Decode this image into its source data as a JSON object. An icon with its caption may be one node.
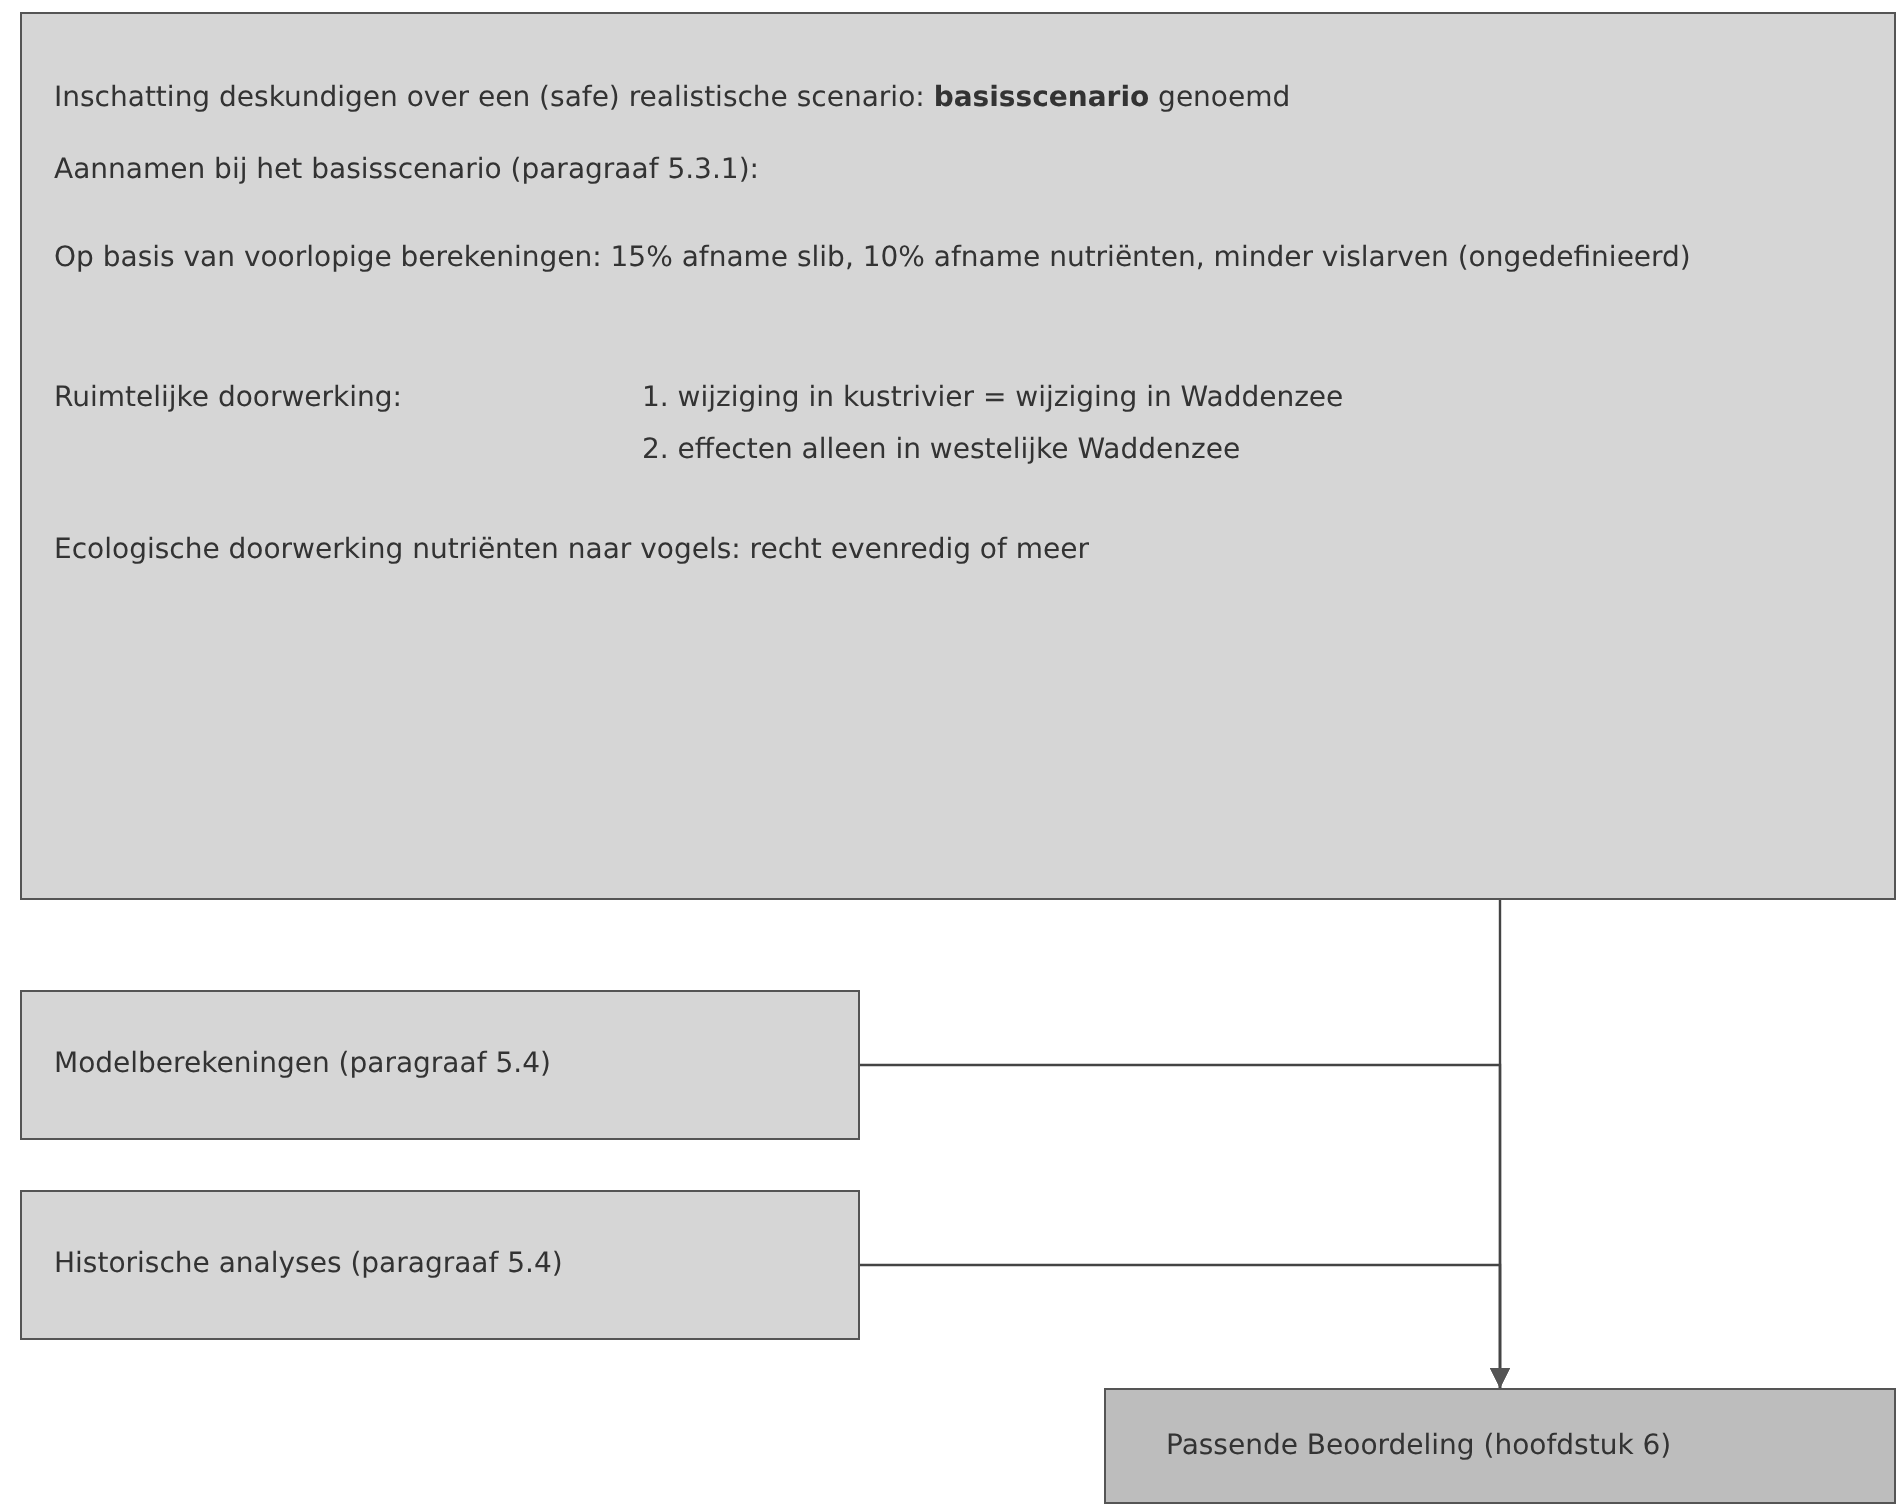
{
  "diagram": {
    "nodes": [
      {
        "text": [
          "Inschatting deskundigen over een (safe) realistische scenario: **basisscenario** genoemd",
          "Aannamen bij het basisscenario (paragraaf 5.3.1):",
          "Op basis van voorlopige berekeningen: 15% afname slib, 10% afname nutriënten, minder vislarven (ongedefinieerd)",
          "Ruimtelijke doorwerking:",
          "1. wijziging in kustrivier = wijziging in Waddenzee",
          "2. effecten alleen in westelijke Waddenzee",
          "Ecologische doorwerking nutriënten naar vogels: recht evenredig of meer"
        ]
      },
      {
        "text": [
          "Modelberekeningen (paragraaf 5.4)"
        ]
      },
      {
        "text": [
          "Historische analyses (paragraaf 5.4)"
        ]
      },
      {
        "text": [
          "Passende Beoordeling (hoofdstuk 6)"
        ]
      }
    ],
    "edges": [
      {
        "from": 0,
        "to": 3,
        "arrow": "to"
      },
      {
        "from": 1,
        "to": 3,
        "arrow": "to"
      },
      {
        "from": 2,
        "to": 3,
        "arrow": "to"
      }
    ]
  }
}
